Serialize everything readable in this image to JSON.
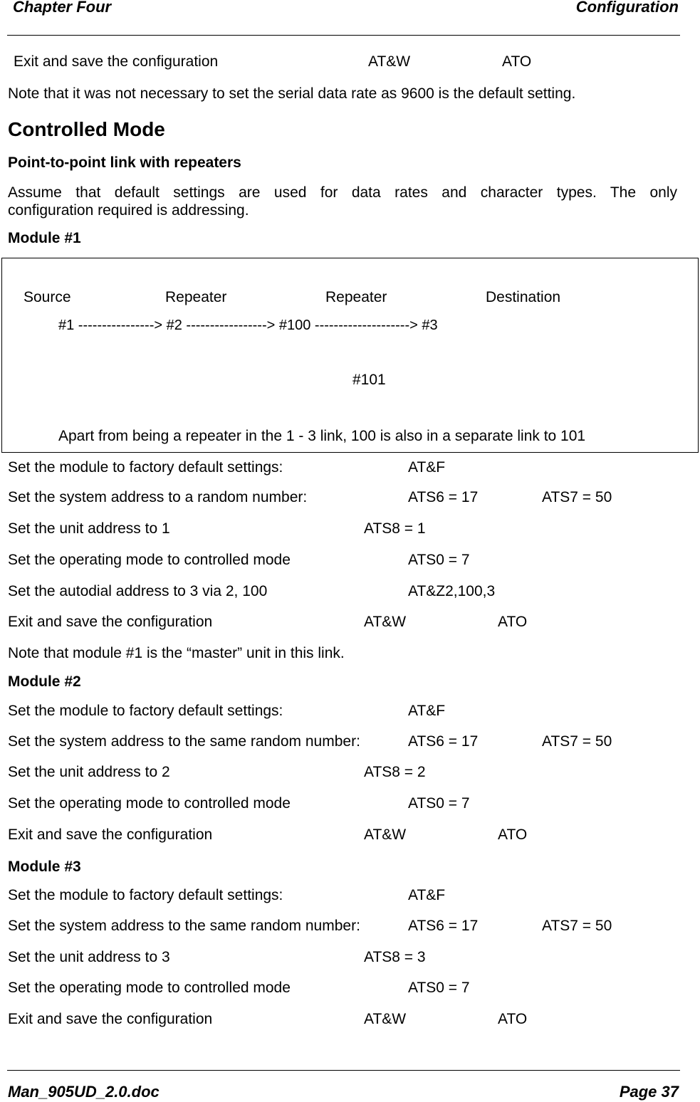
{
  "header": {
    "chapter": "Chapter Four",
    "section": "Configuration"
  },
  "top_line": {
    "label": "Exit and save the configuration",
    "cmd1": "AT&W",
    "cmd2": "ATO"
  },
  "note1": "Note that it was not necessary to set the serial data rate as 9600 is the default setting.",
  "heading_controlled": "Controlled Mode",
  "subheading_p2p": "Point-to-point link with repeaters",
  "assume_line1": "Assume that default settings are used for data rates and character types.  The only",
  "assume_line2": "configuration required is addressing.",
  "diagram": {
    "labels": [
      "Source",
      "Repeater",
      "Repeater",
      "Destination"
    ],
    "chain": "#1 ---------------->  #2  -----------------> #100 --------------------> #3",
    "branch": "#101",
    "caption": "Apart from being a repeater in the 1 - 3 link,  100 is also in a separate link to 101"
  },
  "modules": [
    {
      "title": "Module #1",
      "rows": [
        {
          "label": "Set the module to factory default settings:",
          "c1": "",
          "c2": "AT&F",
          "c3": ""
        },
        {
          "label": "Set the system address to a random number:",
          "c1": "",
          "c2": "ATS6 = 17",
          "c3": "ATS7 = 50"
        },
        {
          "label": "Set the unit address to 1",
          "c1": "ATS8 = 1",
          "c2": "",
          "c3": ""
        },
        {
          "label": "Set the operating mode to controlled mode",
          "c1": "",
          "c2": "ATS0 = 7",
          "c3": ""
        },
        {
          "label": "Set the autodial address to 3 via 2, 100",
          "c1": "",
          "c2": "AT&Z2,100,3",
          "c3": ""
        },
        {
          "label": "Exit and save the configuration",
          "c1": "AT&W",
          "c2": "",
          "c3": "ATO"
        }
      ],
      "note": "Note that module #1 is the “master” unit in this link."
    },
    {
      "title": "Module #2",
      "rows": [
        {
          "label": "Set the module to factory default settings:",
          "c1": "",
          "c2": "AT&F",
          "c3": ""
        },
        {
          "label": "Set the system address to the same random number:",
          "c1": "",
          "c2": "ATS6 = 17",
          "c3": "ATS7 = 50"
        },
        {
          "label": "Set the unit address to 2",
          "c1": "ATS8 = 2",
          "c2": "",
          "c3": ""
        },
        {
          "label": "Set the operating mode to controlled mode",
          "c1": "",
          "c2": "ATS0 = 7",
          "c3": ""
        },
        {
          "label": "Exit and save the configuration",
          "c1": "AT&W",
          "c2": "",
          "c3": "ATO"
        }
      ]
    },
    {
      "title": "Module #3",
      "rows": [
        {
          "label": "Set the module to factory default settings:",
          "c1": "",
          "c2": "AT&F",
          "c3": ""
        },
        {
          "label": "Set the system address to the same random number:",
          "c1": "",
          "c2": "ATS6 = 17",
          "c3": "ATS7 = 50"
        },
        {
          "label": "Set the unit address to 3",
          "c1": "ATS8 = 3",
          "c2": "",
          "c3": ""
        },
        {
          "label": "Set the operating mode to controlled mode",
          "c1": "",
          "c2": "ATS0 = 7",
          "c3": ""
        },
        {
          "label": "Exit and save the configuration",
          "c1": "AT&W",
          "c2": "",
          "c3": "ATO"
        }
      ]
    }
  ],
  "footer": {
    "doc": "Man_905UD_2.0.doc",
    "page": "Page 37"
  }
}
